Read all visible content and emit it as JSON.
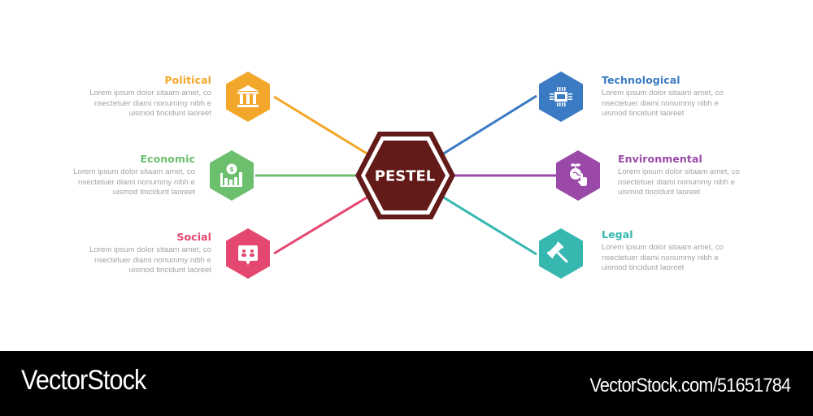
{
  "center": {
    "label": "PESTEL",
    "color": "#631b19"
  },
  "factors": [
    {
      "key": "political",
      "title": "Political",
      "color": "#f2a72a",
      "icon": "bank-building-icon",
      "side": "left",
      "description": "Lorem ipsum dolor sitaam amet, co\nnsectetuer diami nonummy  nibh e\nuismod tincidunt laoreet"
    },
    {
      "key": "economic",
      "title": "Economic",
      "color": "#6cbf6d",
      "icon": "money-chart-icon",
      "side": "left",
      "description": "Lorem ipsum dolor sitaam amet, co\nnsectetuer diami nonummy  nibh e\nuismod tincidunt laoreet"
    },
    {
      "key": "social",
      "title": "Social",
      "color": "#e4476f",
      "icon": "people-chat-icon",
      "side": "left",
      "description": "Lorem ipsum dolor sitaam amet, co\nnsectetuer diami nonummy  nibh e\nuismod tincidunt laoreet"
    },
    {
      "key": "technological",
      "title": "Technological",
      "color": "#3b7bc4",
      "icon": "microchip-icon",
      "side": "right",
      "description": "Lorem ipsum dolor sitaam amet, co\nnsectetuer diami nonummy  nibh e\nuismod tincidunt laoreet"
    },
    {
      "key": "environmental",
      "title": "Environmental",
      "color": "#9a49a8",
      "icon": "globe-plant-hand-icon",
      "side": "right",
      "description": "Lorem ipsum dolor sitaam amet, co\nnsectetuer diami nonummy  nibh e\nuismod tincidunt laoreet"
    },
    {
      "key": "legal",
      "title": "Legal",
      "color": "#36b8b0",
      "icon": "gavel-icon",
      "side": "right",
      "description": "Lorem ipsum dolor sitaam amet, co\nnsectetuer diami nonummy  nibh e\nuismod tincidunt laoreet"
    }
  ],
  "footer": {
    "brand": "VectorStock",
    "url": "VectorStock.com/51651784"
  }
}
